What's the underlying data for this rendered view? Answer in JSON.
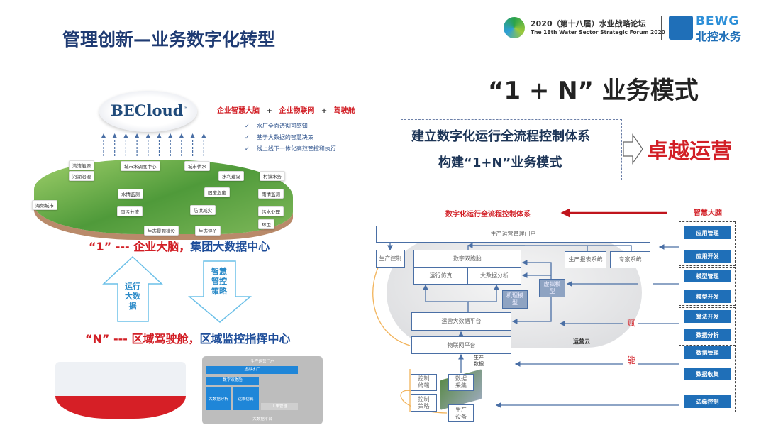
{
  "header": {
    "title": "管理创新—业务数字化转型",
    "forum_cn": "2020（第十八届）水业战略论坛",
    "forum_en": "The 18th Water Sector Strategic Forum 2020",
    "brand_en": "BEWG",
    "brand_cn": "北控水务"
  },
  "model": {
    "title": "“1 + N” 业务模式",
    "line1": "建立数字化运行全流程控制体系",
    "line2": "构建“1+N”业务模式",
    "result": "卓越运营"
  },
  "left": {
    "cloud": "BECloud",
    "tm": "™",
    "tagline": [
      "企业智慧大脑",
      "+",
      "企业物联网",
      "+",
      "驾驶舱"
    ],
    "checks": [
      "水厂全面透彻可感知",
      "基于大数据的智慧决策",
      "线上线下一体化高效管控和执行"
    ],
    "labels": [
      "清洁能源",
      "城市水调度中心",
      "城市供水",
      "河湖治理",
      "水利建设",
      "村镇水务",
      "水情监测",
      "固废危废",
      "雨情监测",
      "海绵城市",
      "雨污分流",
      "防洪减灾",
      "污水处理",
      "生态景观建设",
      "生态评价",
      "环卫"
    ],
    "one_prefix": "“1” ---",
    "one_red": "企业大脑，",
    "one_blue": "集团大数据中心",
    "up_arrow": "运行大数据",
    "down_arrow": "智慧管控策略",
    "n_prefix": "“N” ---",
    "n_red": "区域驾驶舱，",
    "n_blue": "区域监控指挥中心",
    "arch": {
      "portal": "生产运营门户",
      "virtual": "虚拟水厂",
      "twin": "数字双胞胎",
      "bigdata": "大数据分析",
      "sim": "运维仿真",
      "mgmt": "工单管理",
      "platform": "大数据平台"
    }
  },
  "diagram": {
    "system_title": "数字化运行全流程控制体系",
    "brain": "智慧大脑",
    "portal": "生产运营管理门户",
    "prod_ctrl": "生产控制",
    "twin": "数字双胞胎",
    "sim": "运行仿真",
    "analysis": "大数据分析",
    "report": "生产报表系统",
    "expert": "专家系统",
    "mech_model": "机理模型",
    "virt_model": "虚拟模型",
    "ops_platform": "运营大数据平台",
    "iot": "物联网平台",
    "cloud": "运营云",
    "prod_data": "生产数据",
    "ctrl_term": "控制终端",
    "ctrl_strat": "控制策略",
    "collect": "数据采集",
    "device": "生产设备",
    "fu": "赋",
    "neng": "能",
    "buttons": [
      "应用管理",
      "应用开发",
      "模型管理",
      "模型开发",
      "算法开发",
      "数据分析",
      "数据管理",
      "数据收集",
      "边缘控制"
    ]
  },
  "colors": {
    "title": "#1f3b73",
    "red": "#d21f26",
    "blue": "#1f6fb8"
  }
}
